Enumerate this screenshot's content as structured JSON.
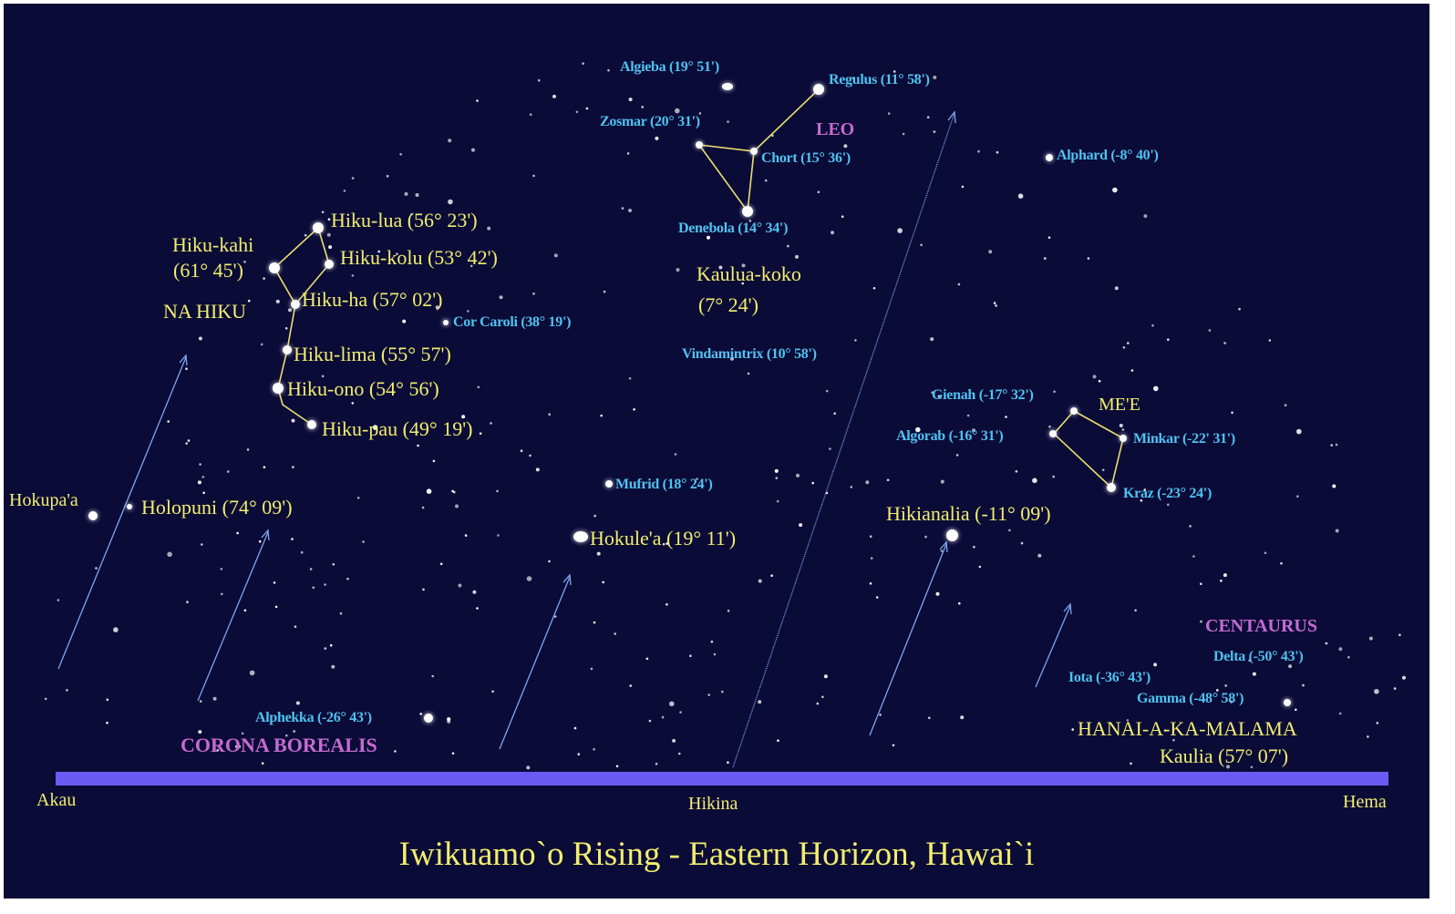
{
  "title": "Iwikuamo`o Rising - Eastern Horizon, Hawai`i",
  "directions": {
    "north": "Akau",
    "east": "Hikina",
    "south": "Hema"
  },
  "groups": {
    "na_hiku": "NA HIKU",
    "leo": "LEO",
    "me_e": "ME'E",
    "centaurus": "CENTAURUS",
    "corona_borealis": "CORONA BOREALIS",
    "hanai_a_ka_malama": "HANAI-A-KA-MALAMA"
  },
  "hawaiian_stars": {
    "hiku_lua": "Hiku-lua (56° 23')",
    "hiku_kahi_1": "Hiku-kahi",
    "hiku_kahi_2": "(61° 45')",
    "hiku_kolu": "Hiku-kolu (53° 42')",
    "hiku_ha": "Hiku-ha (57° 02')",
    "hiku_lima": "Hiku-lima (55° 57')",
    "hiku_ono": "Hiku-ono (54° 56')",
    "hiku_pau": "Hiku-pau (49° 19')",
    "hokupaa": "Hokupa'a",
    "holopuni": "Holopuni (74° 09')",
    "kaulua_koko_1": "Kaulua-koko",
    "kaulua_koko_2": "(7° 24')",
    "hokulea": "Hokule'a (19° 11')",
    "hikianalia": "Hikianalia (-11° 09')",
    "kaulia": "Kaulia (57° 07')"
  },
  "western_stars": {
    "algieba": "Algieba (19° 51')",
    "regulus": "Regulus (11° 58')",
    "zosma": "Zosmar (20° 31')",
    "chort": "Chort (15° 36')",
    "alphard": "Alphard (-8° 40')",
    "denebola": "Denebola (14° 34')",
    "cor_caroli": "Cor Caroli (38° 19')",
    "vindemiatrix": "Vindamintrix (10° 58')",
    "gienah": "Gienah (-17° 32')",
    "algorab": "Algorab (-16° 31')",
    "minkar": "Minkar (-22' 31')",
    "kraz": "Kraz (-23° 24')",
    "mufrid": "Mufrid (18° 24')",
    "alphekka": "Alphekka (-26° 43')",
    "delta": "Delta (-50° 43')",
    "iota": "Iota (-36° 43')",
    "gamma": "Gamma (-48° 58')"
  },
  "colors": {
    "sky": "#0b0b38",
    "hawaiian_label": "#f2ee6e",
    "western_label": "#4fc3f0",
    "constellation_label": "#c56bd0",
    "horizon": "#6b5bf2",
    "connector_line": "#e8e070",
    "motion_arrow": "#7fa6f0"
  }
}
